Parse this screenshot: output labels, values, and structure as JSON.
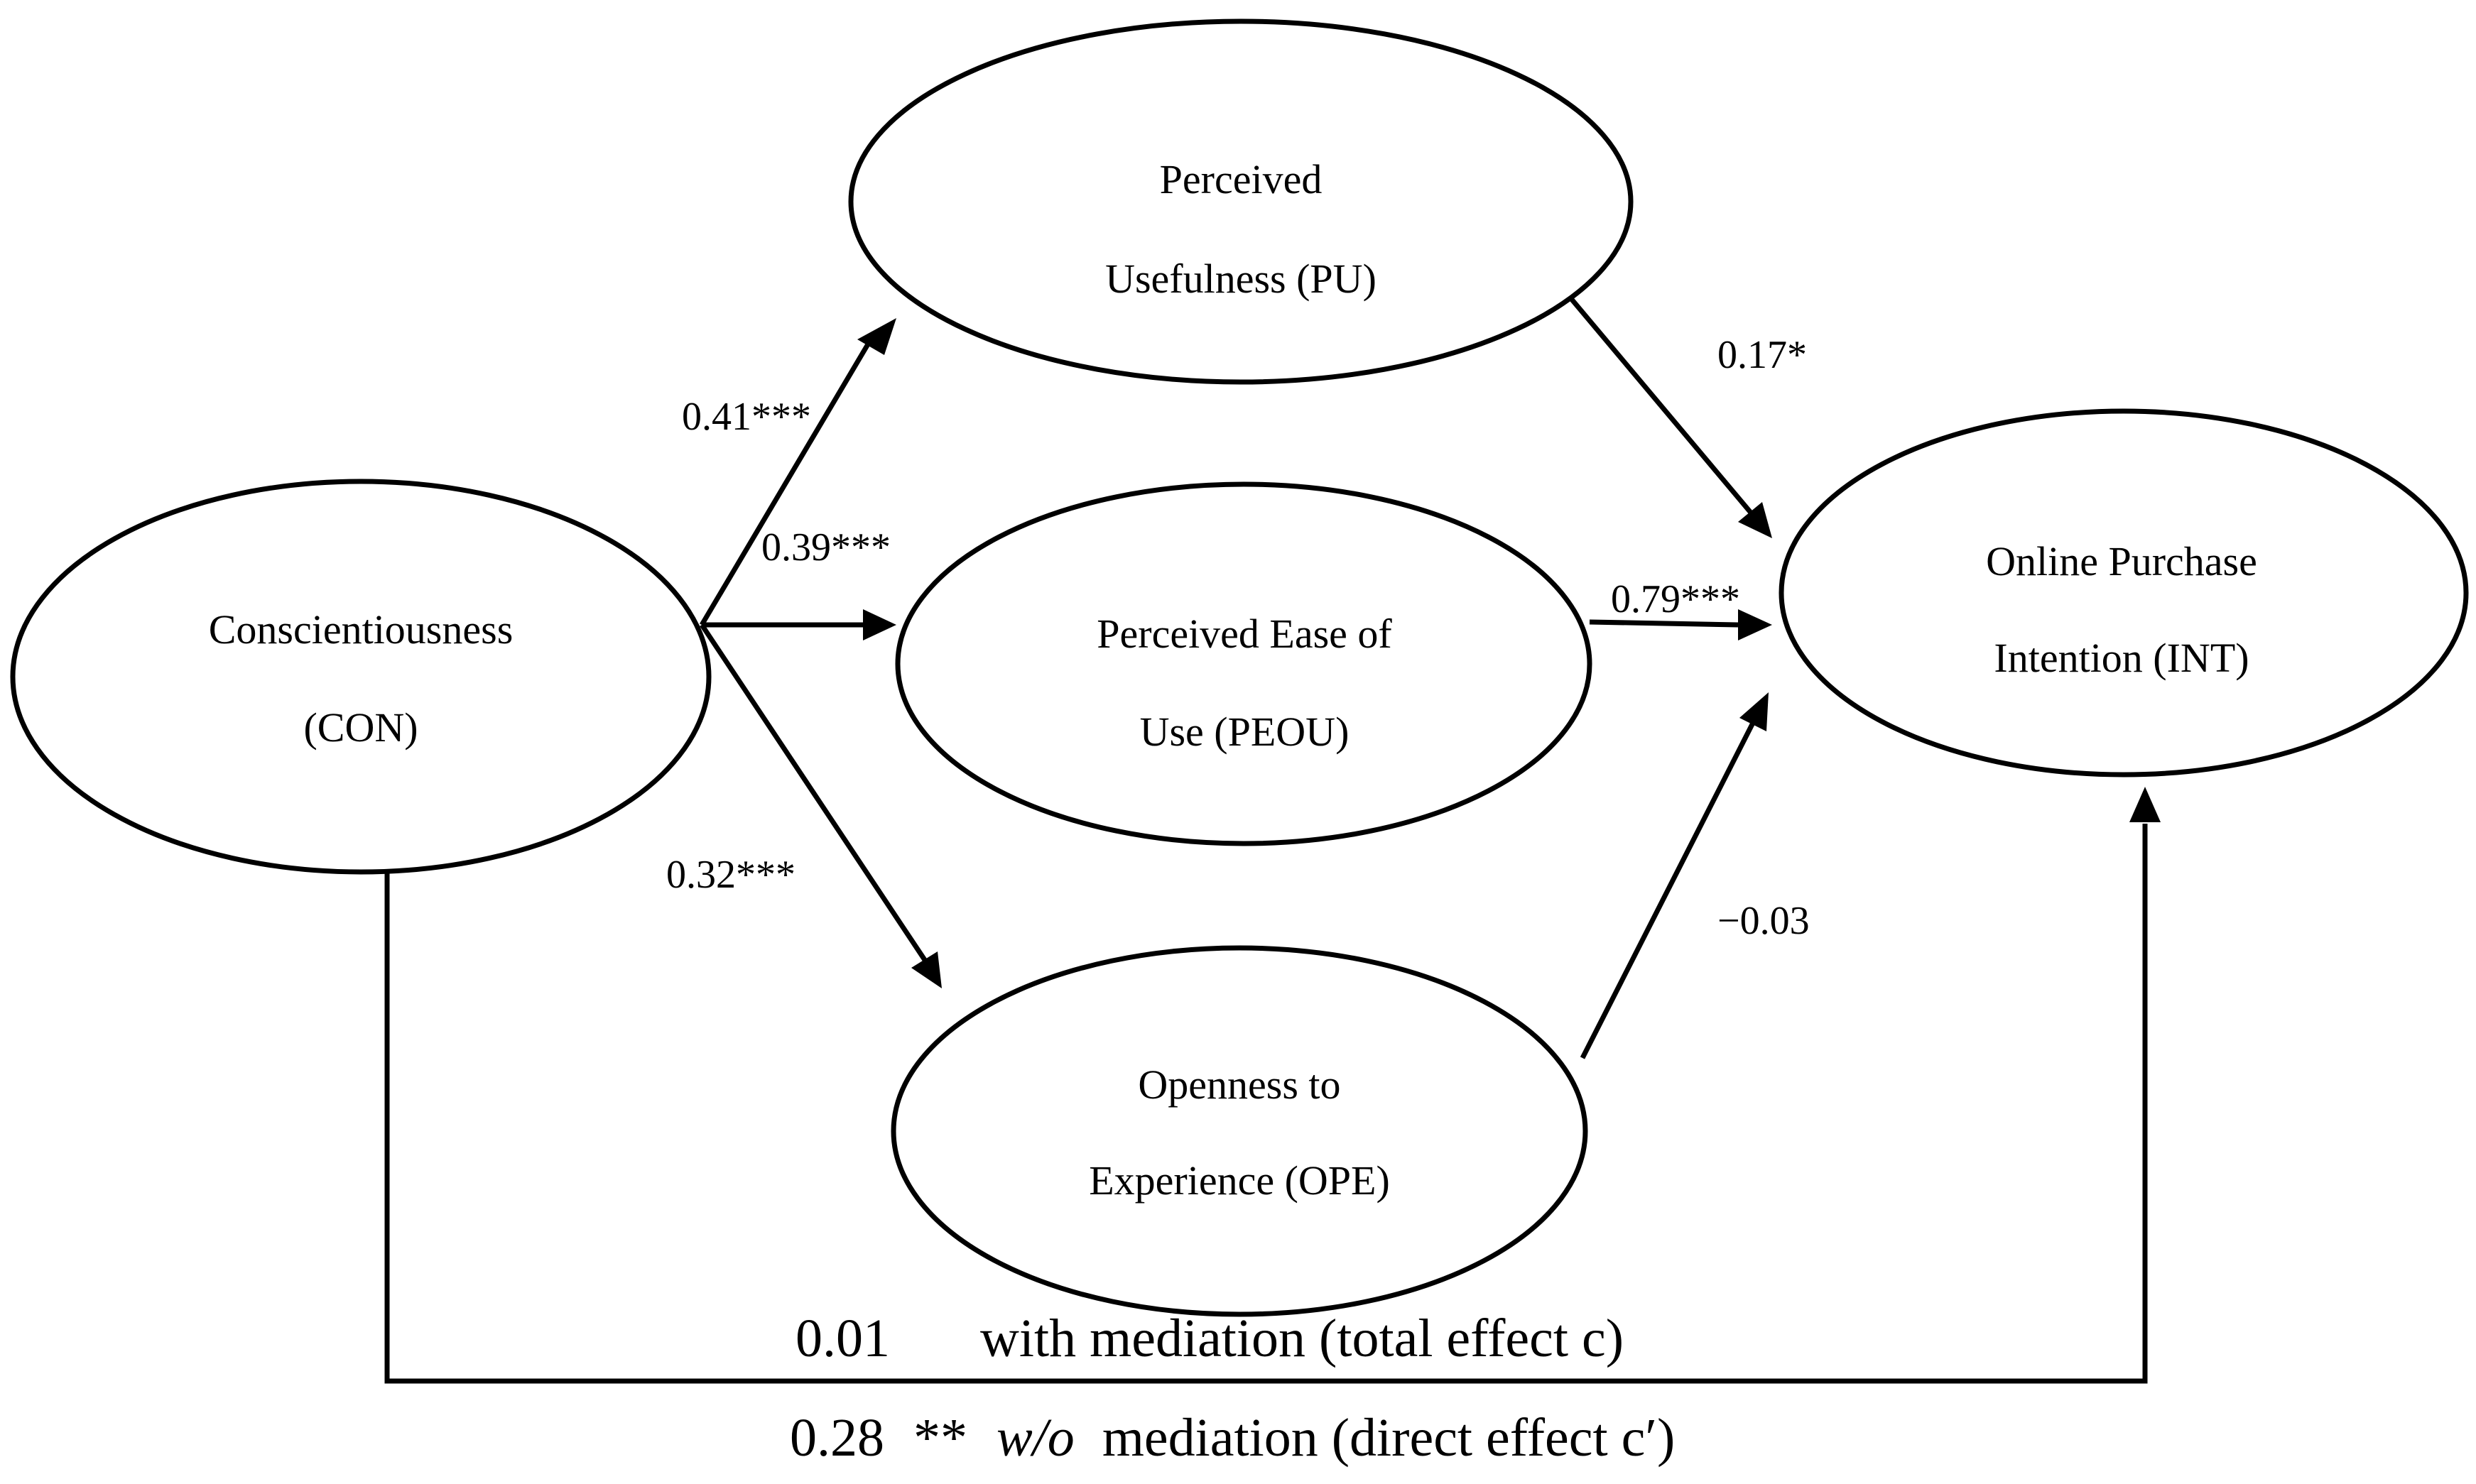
{
  "nodes": {
    "pu": {
      "line1": "Perceived",
      "line2": "Usefulness (PU)"
    },
    "con": {
      "line1": "Conscientiousness",
      "line2": "(CON)"
    },
    "peou": {
      "line1": "Perceived Ease of",
      "line2": "Use (PEOU)"
    },
    "int": {
      "line1": "Online Purchase",
      "line2": "Intention (INT)"
    },
    "ope": {
      "line1": "Openness to",
      "line2": "Experience (OPE)"
    }
  },
  "paths": {
    "con_pu": "0.41***",
    "con_peou": "0.39***",
    "con_ope": "0.32***",
    "pu_int": "0.17*",
    "peou_int": "0.79***",
    "ope_int": "−0.03"
  },
  "bottom": {
    "total_value": "0.01",
    "total_text": "with mediation (total effect c)",
    "direct_value": "0.28",
    "direct_stars": "**",
    "direct_italic": "w/o",
    "direct_text": "mediation (direct effect c′)"
  }
}
